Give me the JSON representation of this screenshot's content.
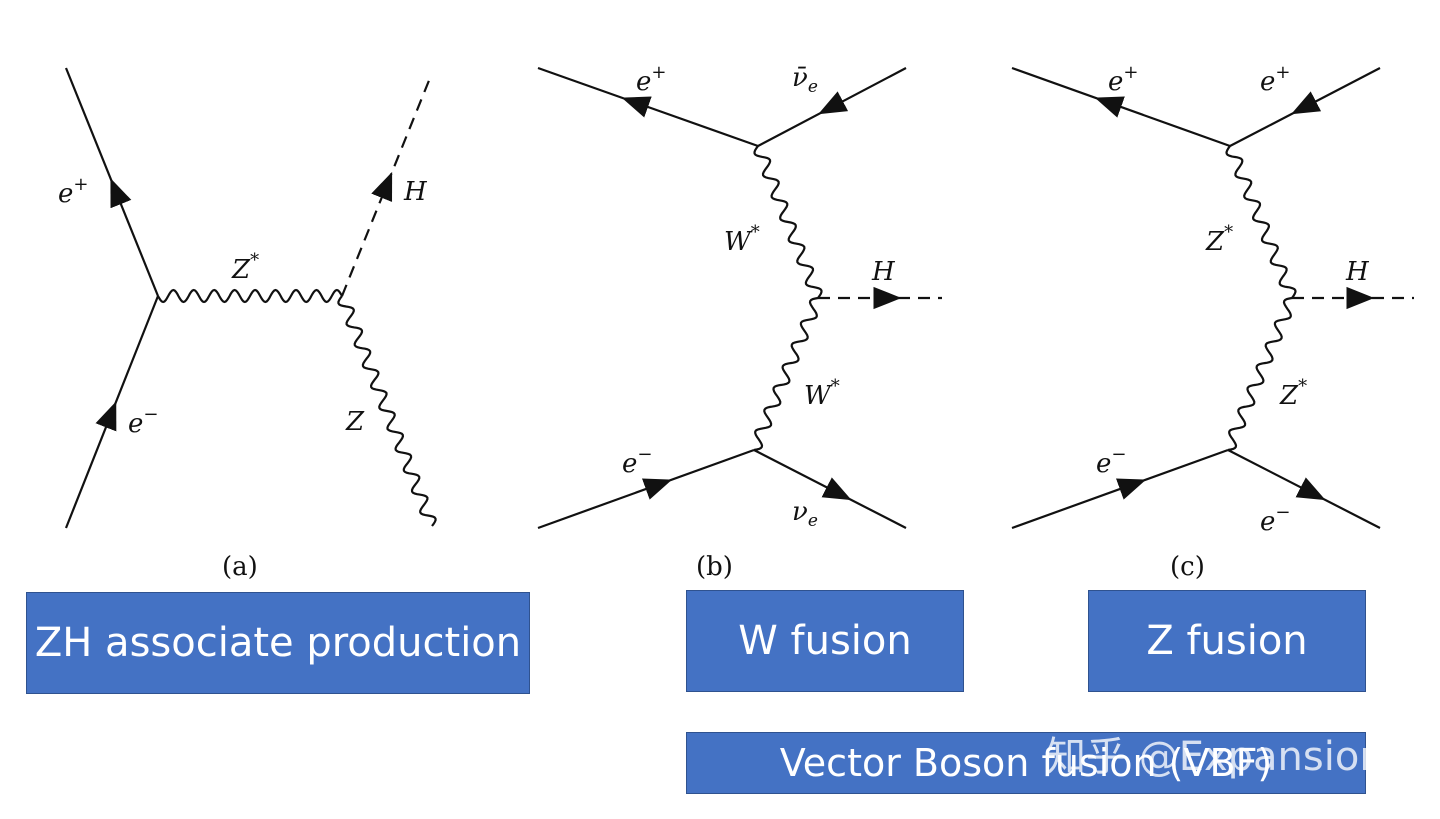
{
  "diagrams": {
    "a": {
      "caption": "(a)",
      "labels": {
        "e_plus": "e",
        "e_plus_sup": "+",
        "e_minus": "e",
        "e_minus_sup": "−",
        "z_star": "Z",
        "z_star_sup": "*",
        "h": "H",
        "z": "Z"
      }
    },
    "b": {
      "caption": "(b)",
      "labels": {
        "e_plus": "e",
        "e_plus_sup": "+",
        "nubar_e": "ν̄",
        "nubar_e_sub": "e",
        "w_star_top": "W",
        "w_star_top_sup": "*",
        "h": "H",
        "w_star_bottom": "W",
        "w_star_bottom_sup": "*",
        "e_minus": "e",
        "e_minus_sup": "−",
        "nu_e": "ν",
        "nu_e_sub": "e"
      }
    },
    "c": {
      "caption": "(c)",
      "labels": {
        "e_plus_left": "e",
        "e_plus_left_sup": "+",
        "e_plus_right": "e",
        "e_plus_right_sup": "+",
        "z_star_top": "Z",
        "z_star_top_sup": "*",
        "h": "H",
        "z_star_bottom": "Z",
        "z_star_bottom_sup": "*",
        "e_minus_left": "e",
        "e_minus_left_sup": "−",
        "e_minus_right": "e",
        "e_minus_right_sup": "−"
      }
    }
  },
  "boxes": {
    "zh": "ZH associate production",
    "w_fusion": "W fusion",
    "z_fusion": "Z fusion",
    "vbf": "Vector Boson fusion (VBF)"
  },
  "watermark": "知乎 @Expansion",
  "colors": {
    "box_fill": "#4472c4",
    "box_border": "#2f528f",
    "line": "#111111"
  }
}
